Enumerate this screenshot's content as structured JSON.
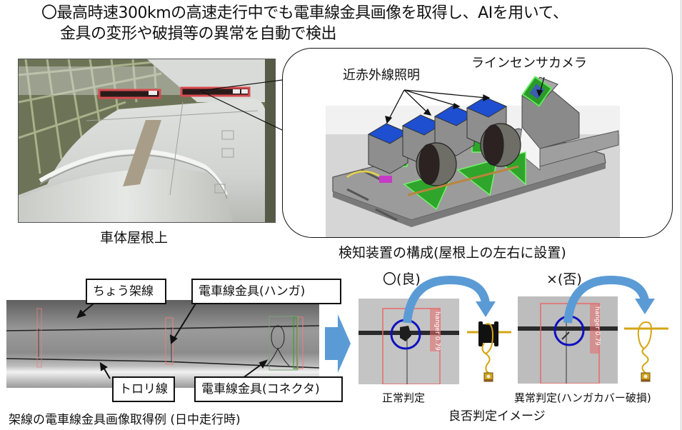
{
  "title": {
    "line1": "〇最高時速300kmの高速走行中でも電車線金具画像を取得し、AIを用いて、",
    "line2": "金具の変形や破損等の異常を自動で検出"
  },
  "roof_photo": {
    "caption": "車体屋根上"
  },
  "device": {
    "label_lighting": "近赤外線照明",
    "label_camera": "ラインセンサカメラ",
    "caption": "検知装置の構成(屋根上の左右に設置)"
  },
  "wire_image": {
    "labels": {
      "messenger_wire": "ちょう架線",
      "hanger": "電車線金具(ハンガ)",
      "trolley_wire": "トロリ線",
      "connector": "電車線金具(コネクタ)"
    },
    "caption": "架線の電車線金具画像取得例 (日中走行時)"
  },
  "judgement": {
    "good": {
      "heading": "〇(良)",
      "result": "正常判定",
      "detection_tag": "hanger 0.79"
    },
    "bad": {
      "heading": "×(否)",
      "result": "異常判定(ハンガカバー破損)",
      "detection_tag": "hanger 0.79"
    },
    "caption": "良否判定イメージ"
  },
  "colors": {
    "arrow_blue": "#5b9bd5",
    "circle_blue": "#1010c0",
    "detect_red": "#e8585c",
    "hanger_gold": "#d4a514",
    "light_blue": "#1e4fd0",
    "bracket_green": "#34b52a"
  }
}
